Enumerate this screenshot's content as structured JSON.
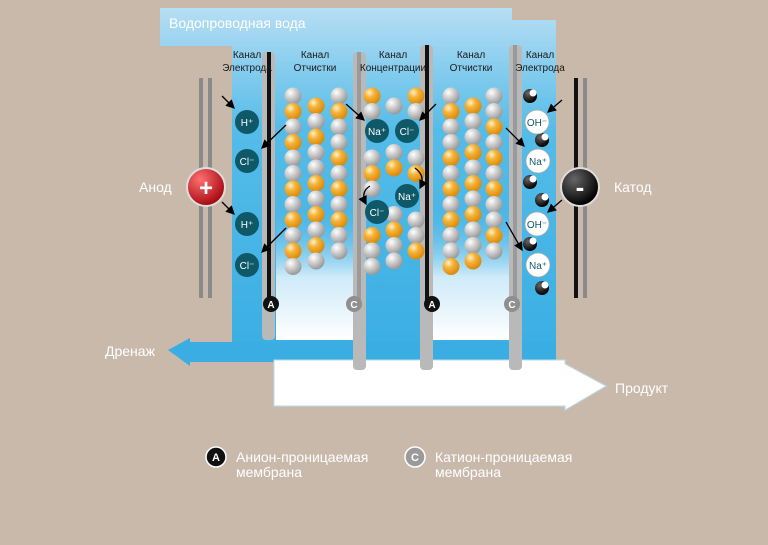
{
  "title": "Водопроводная вода",
  "channels": [
    {
      "line1": "Канал",
      "line2": "Электрода"
    },
    {
      "line1": "Канал",
      "line2": "Отчистки"
    },
    {
      "line1": "Канал",
      "line2": "Концентрации"
    },
    {
      "line1": "Канал",
      "line2": "Отчистки"
    },
    {
      "line1": "Канал",
      "line2": "Электрода"
    }
  ],
  "anode": {
    "label": "Анод",
    "sign": "+"
  },
  "cathode": {
    "label": "Катод",
    "sign": "-"
  },
  "drain": "Дренаж",
  "product": "Продукт",
  "membranes": {
    "anion": "A",
    "cation": "C"
  },
  "ions": {
    "h": "H⁺",
    "cl": "Cl⁻",
    "na": "Na⁺",
    "oh": "OH⁻"
  },
  "legend": {
    "anion": {
      "symbol": "A",
      "line1": "Анион-проницаемая",
      "line2": "мембрана"
    },
    "cation": {
      "symbol": "C",
      "line1": "Катион-проницаемая",
      "line2": "мембрана"
    }
  },
  "colors": {
    "background": "#c9b9ab",
    "water": "#45b3e4",
    "water_light": "#a8d8f2",
    "ion": "#0e5868",
    "anode": "#c0111b",
    "cathode": "#111111",
    "orange_ball": "#f2a020",
    "gray_ball": "#c4c4c4"
  }
}
